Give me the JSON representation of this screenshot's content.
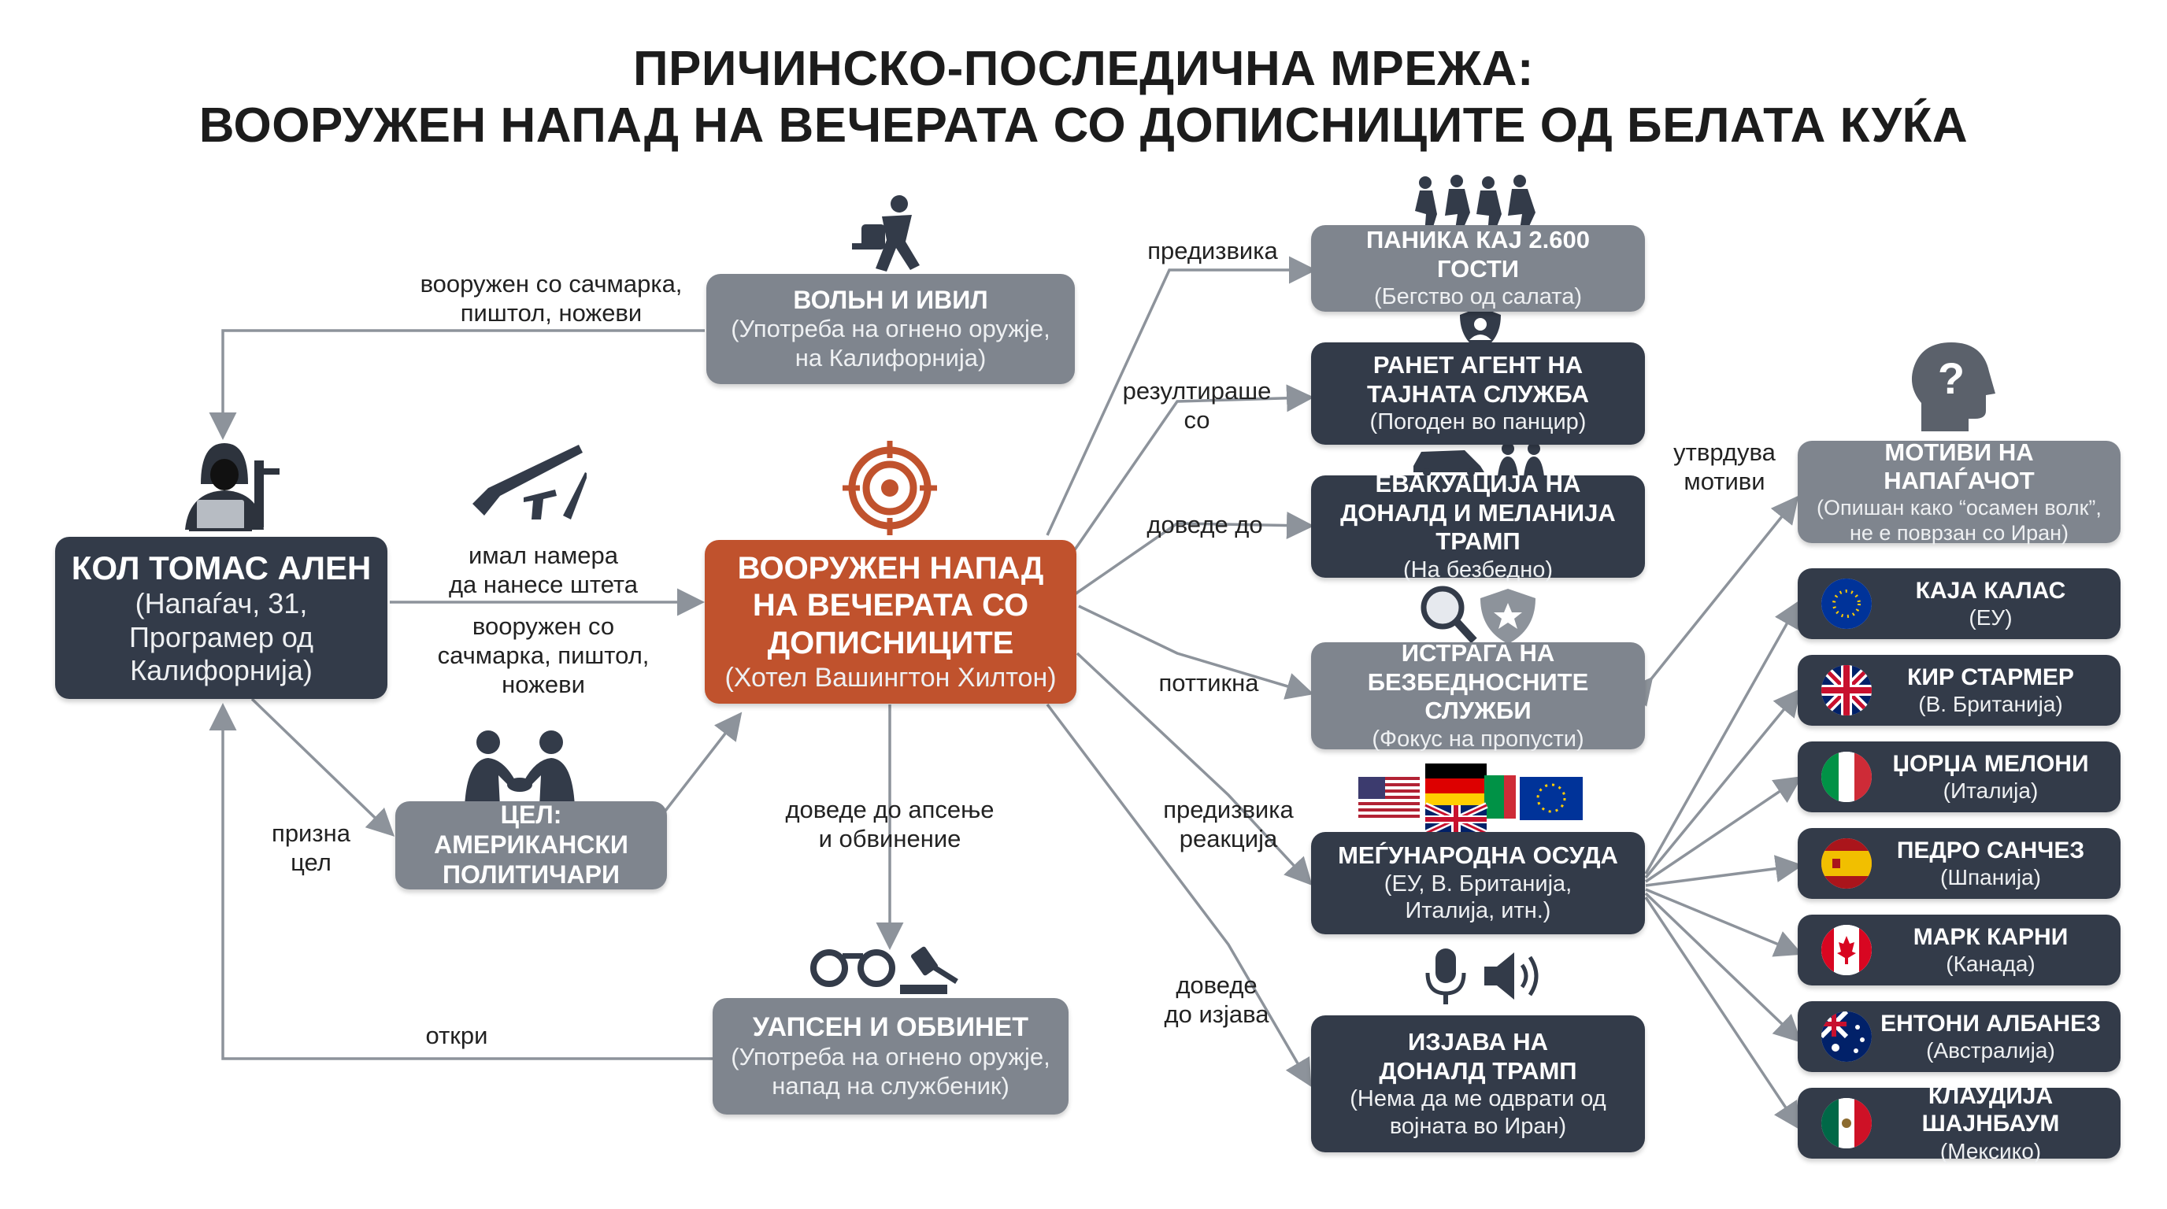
{
  "title": {
    "line1": "ПРИЧИНСКО-ПОСЛЕДИЧНА МРЕЖА:",
    "line2": "ВООРУЖЕН НАПАД НА ВЕЧЕРАТА СО ДОПИСНИЦИТЕ ОД БЕЛАТА КУЌА"
  },
  "nodes": {
    "attacker": {
      "title": "КОЛ ТОМАС АЛЕН",
      "sub": "(Напаѓач, 31, Програмер од Калифорнија)"
    },
    "attack": {
      "title": "ВООРУЖЕН НАПАД НА ВЕЧЕРАТА СО ДОПИСНИЦИТЕ",
      "sub": "(Хотел Вашингтон Хилтон)"
    },
    "wolven": {
      "title": "ВОЛЬН И ИВИЛ",
      "sub": "(Употреба на огнено оружје, на Калифорнија)"
    },
    "target": {
      "title": "ЦЕЛ: АМЕРИКАНСКИ ПОЛИТИЧАРИ"
    },
    "arrested": {
      "title": "УАПСЕН И ОБВИНЕТ",
      "sub": "(Употреба на огнено оружје, напад на службеник)"
    },
    "panic": {
      "title": "ПАНИКА КАЈ 2.600 ГОСТИ",
      "sub": "(Бегство од салата)"
    },
    "agent": {
      "title": "РАНЕТ АГЕНТ НА ТАЈНАТА СЛУЖБА",
      "sub": "(Погоден во панцир)"
    },
    "evac": {
      "title": "ЕВАКУАЦИЈА НА ДОНАЛД И МЕЛАНИЈА ТРАМП",
      "sub": "(На безбедно)"
    },
    "investigation": {
      "title": "ИСТРАГА НА БЕЗБЕДНОСНИТЕ СЛУЖБИ",
      "sub": "(Фокус на пропусти)"
    },
    "condemn": {
      "title": "МЕЃУНАРОДНА ОСУДА",
      "sub": "(ЕУ, В. Британија, Италија, итн.)"
    },
    "statement": {
      "title": "ИЗЈАВА НА ДОНАЛД ТРАМП",
      "sub": "(Нема да ме одврати од војната во Иран)"
    },
    "motives": {
      "title": "МОТИВИ НА НАПАЃАЧОТ",
      "sub": "(Опишан како “осамен волк”, не е поврзан со Иран)"
    }
  },
  "leaders": [
    {
      "name": "КАЈА КАЛАС",
      "country": "(ЕУ)",
      "flag": "eu-flag-icon"
    },
    {
      "name": "КИР СТАРМЕР",
      "country": "(В. Британија)",
      "flag": "uk-flag-icon"
    },
    {
      "name": "ЏОРЏА МЕЛОНИ",
      "country": "(Италија)",
      "flag": "italy-flag-icon"
    },
    {
      "name": "ПЕДРО САНЧЕЗ",
      "country": "(Шпанија)",
      "flag": "spain-flag-icon"
    },
    {
      "name": "МАРК КАРНИ",
      "country": "(Канада)",
      "flag": "canada-flag-icon"
    },
    {
      "name": "ЕНТОНИ АЛБАНЕЗ",
      "country": "(Австралија)",
      "flag": "australia-flag-icon"
    },
    {
      "name": "КЛАУДИЈА ШАЈНБАУМ",
      "country": "(Мексико)",
      "flag": "mexico-flag-icon"
    }
  ],
  "labels": {
    "armed_top": "вооружен со сачмарка,\nпиштол, ножеви",
    "intent": "имал намера\nда нанесе штета",
    "armed_mid": "вооружен со\nсачмарка, пиштол,\nножеви",
    "admitted": "призна\nцел",
    "discovered": "откри",
    "led_arrest": "доведе до апсење\nи обвинение",
    "provoked": "предизвика",
    "resulted": "резултираше\nсо",
    "led_to": "доведе до",
    "prompted": "поттикна",
    "provoked_reaction": "предизвика\nреакција",
    "led_statement": "доведе\nдо изјава",
    "confirmed": "утврдува\nмотиви"
  },
  "colors": {
    "dark_box": "#333b49",
    "grey_box": "#7f858e",
    "accent": "#c0522d",
    "arrow": "#8d939b"
  }
}
